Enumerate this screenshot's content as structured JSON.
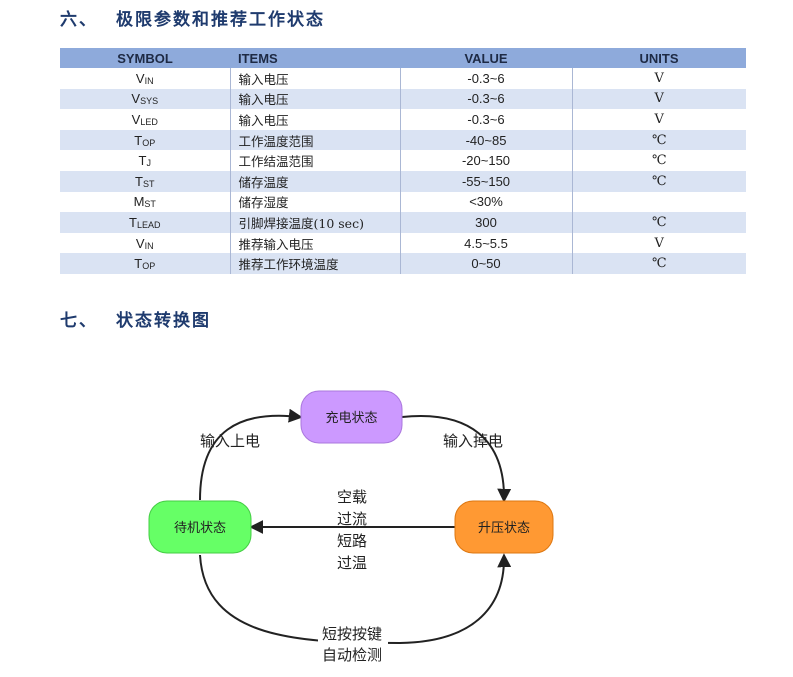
{
  "section6": {
    "num": "六、",
    "title": "极限参数和推荐工作状态"
  },
  "table": {
    "headers": [
      "SYMBOL",
      "ITEMS",
      "VALUE",
      "UNITS"
    ],
    "rows": [
      {
        "sym": "V",
        "sub": "IN",
        "item": "输入电压",
        "value": "-0.3~6",
        "unit": "V"
      },
      {
        "sym": "V",
        "sub": "SYS",
        "item": "输入电压",
        "value": "-0.3~6",
        "unit": "V"
      },
      {
        "sym": "V",
        "sub": "LED",
        "item": "输入电压",
        "value": "-0.3~6",
        "unit": "V"
      },
      {
        "sym": "T",
        "sub": "OP",
        "item": "工作温度范围",
        "value": "-40~85",
        "unit": "℃"
      },
      {
        "sym": "T",
        "sub": "J",
        "item": "工作结温范围",
        "value": "-20~150",
        "unit": "℃"
      },
      {
        "sym": "T",
        "sub": "ST",
        "item": "储存温度",
        "value": "-55~150",
        "unit": "℃"
      },
      {
        "sym": "M",
        "sub": "ST",
        "item": "储存湿度",
        "value": "<30%",
        "unit": ""
      },
      {
        "sym": "T",
        "sub": "LEAD",
        "item": "引脚焊接温度(10 sec)",
        "value": "300",
        "unit": "℃"
      },
      {
        "sym": "V",
        "sub": "IN",
        "item": "推荐输入电压",
        "value": "4.5~5.5",
        "unit": "V"
      },
      {
        "sym": "T",
        "sub": "OP",
        "item": "推荐工作环境温度",
        "value": "0~50",
        "unit": "℃"
      }
    ]
  },
  "section7": {
    "num": "七、",
    "title": "状态转换图"
  },
  "diagram": {
    "nodes": {
      "charge": {
        "label": "充电状态",
        "color": "#cc99ff"
      },
      "standby": {
        "label": "待机状态",
        "color": "#66ff66"
      },
      "boost": {
        "label": "升压状态",
        "color": "#ff9933"
      }
    },
    "edges": {
      "power_on": [
        "输入上电"
      ],
      "power_off": [
        "输入掉电"
      ],
      "faults": [
        "空载",
        "过流",
        "短路",
        "过温"
      ],
      "button": [
        "短按按键",
        "自动检测"
      ]
    }
  }
}
